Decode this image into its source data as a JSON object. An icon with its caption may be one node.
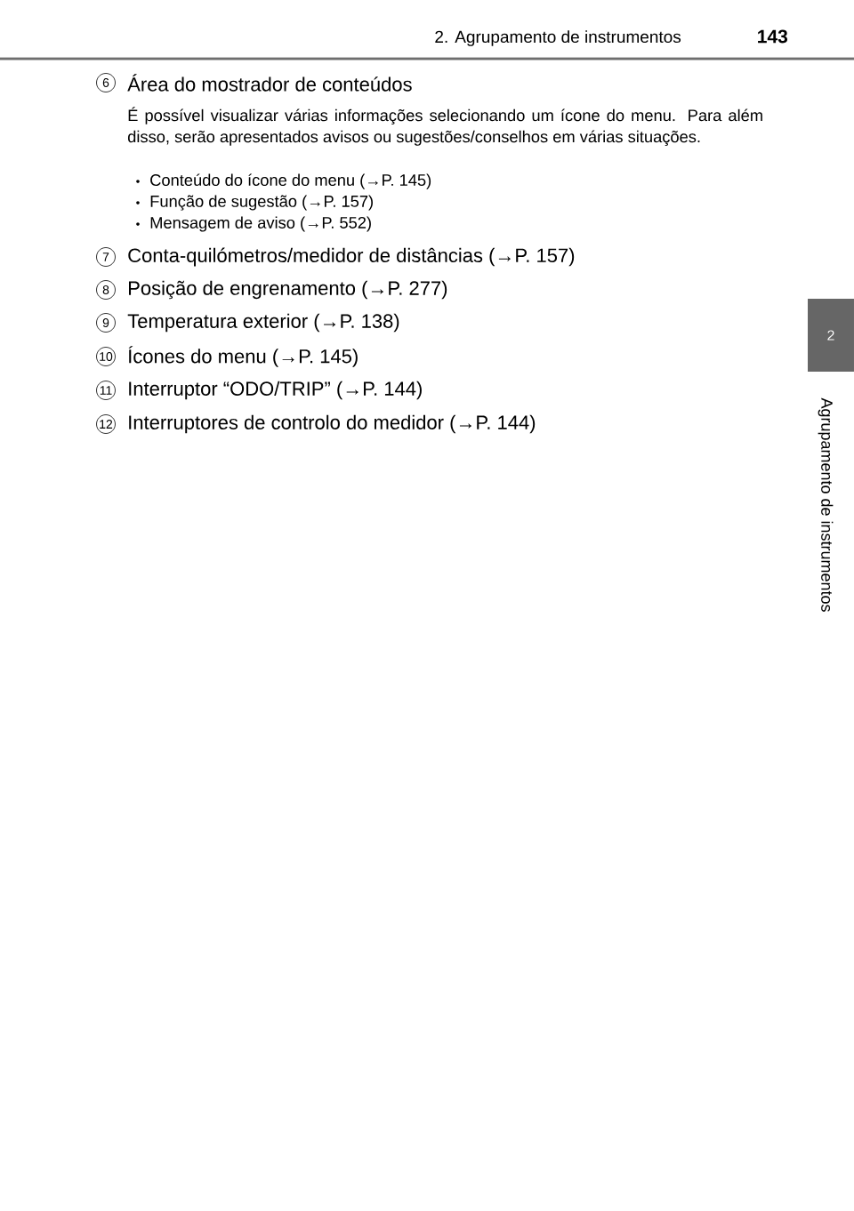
{
  "diagram": {
    "nodes": [
      {
        "text": [
          "6"
        ],
        "beside": [
          "Área do mostrador de conteúdos"
        ]
      },
      {
        "text": [
          "7"
        ],
        "beside": [
          "Conta-quilómetros/medidor de distâncias (→P. 157)"
        ]
      },
      {
        "text": [
          "8"
        ],
        "beside": [
          "Posição de engrenamento (→P. 277)"
        ]
      },
      {
        "text": [
          "9"
        ],
        "beside": [
          "Temperatura exterior (→P. 138)"
        ]
      },
      {
        "text": [
          "10"
        ],
        "beside": [
          "Ícones do menu (→P. 145)"
        ]
      },
      {
        "text": [
          "11"
        ],
        "beside": [
          "Interruptor “ODO/TRIP” (→P. 144)"
        ]
      },
      {
        "text": [
          "12"
        ],
        "beside": [
          "Interruptores de controlo do medidor (→P. 144)"
        ]
      },
      {
        "text": [
          "2"
        ]
      }
    ],
    "labels": [
      "2. Agrupamento de instrumentos",
      "143",
      "É possível visualizar várias informações selecionando um ícone do menu. Para além disso, serão apresentados avisos ou sugestões/conselhos em várias situações.",
      "Conteúdo do ícone do menu (→P. 145)",
      "Função de sugestão (→P. 157)",
      "Mensagem de aviso (→P. 552)",
      "Agrupamento de instrumentos"
    ]
  }
}
